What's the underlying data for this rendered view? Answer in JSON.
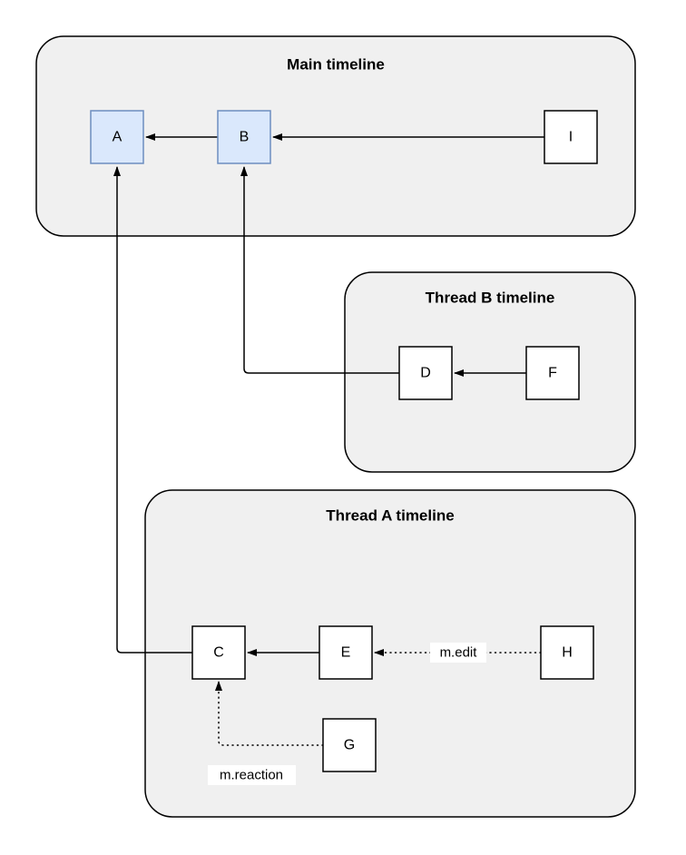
{
  "diagram": {
    "groups": [
      {
        "title": "Main timeline"
      },
      {
        "title": "Thread B timeline"
      },
      {
        "title": "Thread A timeline"
      }
    ],
    "nodes": {
      "A": "A",
      "B": "B",
      "I": "I",
      "D": "D",
      "F": "F",
      "C": "C",
      "E": "E",
      "H": "H",
      "G": "G"
    },
    "edge_labels": {
      "edit": "m.edit",
      "reaction": "m.reaction"
    },
    "colors": {
      "canvas_bg": "#ffffff",
      "group_fill": "#f0f0f0",
      "group_stroke": "#000000",
      "node_fill": "#ffffff",
      "node_stroke": "#000000",
      "highlight_node_fill": "#dae8fc",
      "highlight_node_stroke": "#6c8ebf",
      "edge_color": "#000000",
      "label_bg": "#ffffff"
    }
  }
}
